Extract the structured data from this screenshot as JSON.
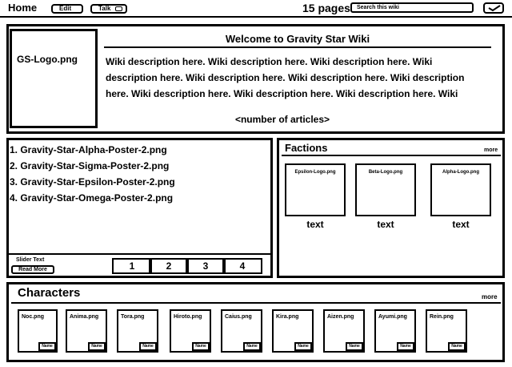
{
  "header": {
    "home": "Home",
    "edit": "Edit",
    "talk": "Talk",
    "pages": "15 pages",
    "search_placeholder": "Search this wiki"
  },
  "welcome": {
    "logo": "GS-Logo.png",
    "title": "Welcome to Gravity Star Wiki",
    "desc_lines": [
      "Wiki description here. Wiki description here. Wiki description here. Wiki",
      "description here. Wiki description here. Wiki description here. Wiki description",
      "here. Wiki description here. Wiki description here. Wiki description here. Wiki"
    ],
    "articles": "<number of articles>"
  },
  "slider": {
    "posters": [
      "1. Gravity-Star-Alpha-Poster-2.png",
      "2. Gravity-Star-Sigma-Poster-2.png",
      "3. Gravity-Star-Epsilon-Poster-2.png",
      "4. Gravity-Star-Omega-Poster-2.png"
    ],
    "slider_text": "Slider Text",
    "read_more": "Read More",
    "pages": [
      "1",
      "2",
      "3",
      "4"
    ]
  },
  "factions": {
    "title": "Factions",
    "more": "more",
    "items": [
      {
        "logo": "Epsilon-Logo.png",
        "text": "text"
      },
      {
        "logo": "Beta-Logo.png",
        "text": "text"
      },
      {
        "logo": "Alpha-Logo.png",
        "text": "text"
      }
    ]
  },
  "characters": {
    "title": "Characters",
    "more": "more",
    "items": [
      {
        "img": "Noc.png",
        "name": "Name"
      },
      {
        "img": "Anima.png",
        "name": "Name"
      },
      {
        "img": "Tora.png",
        "name": "Name"
      },
      {
        "img": "Hiroto.png",
        "name": "Name"
      },
      {
        "img": "Caius.png",
        "name": "Name"
      },
      {
        "img": "Kira.png",
        "name": "Name"
      },
      {
        "img": "Aizen.png",
        "name": "Name"
      },
      {
        "img": "Ayumi.png",
        "name": "Name"
      },
      {
        "img": "Rein.png",
        "name": "Name"
      }
    ]
  }
}
